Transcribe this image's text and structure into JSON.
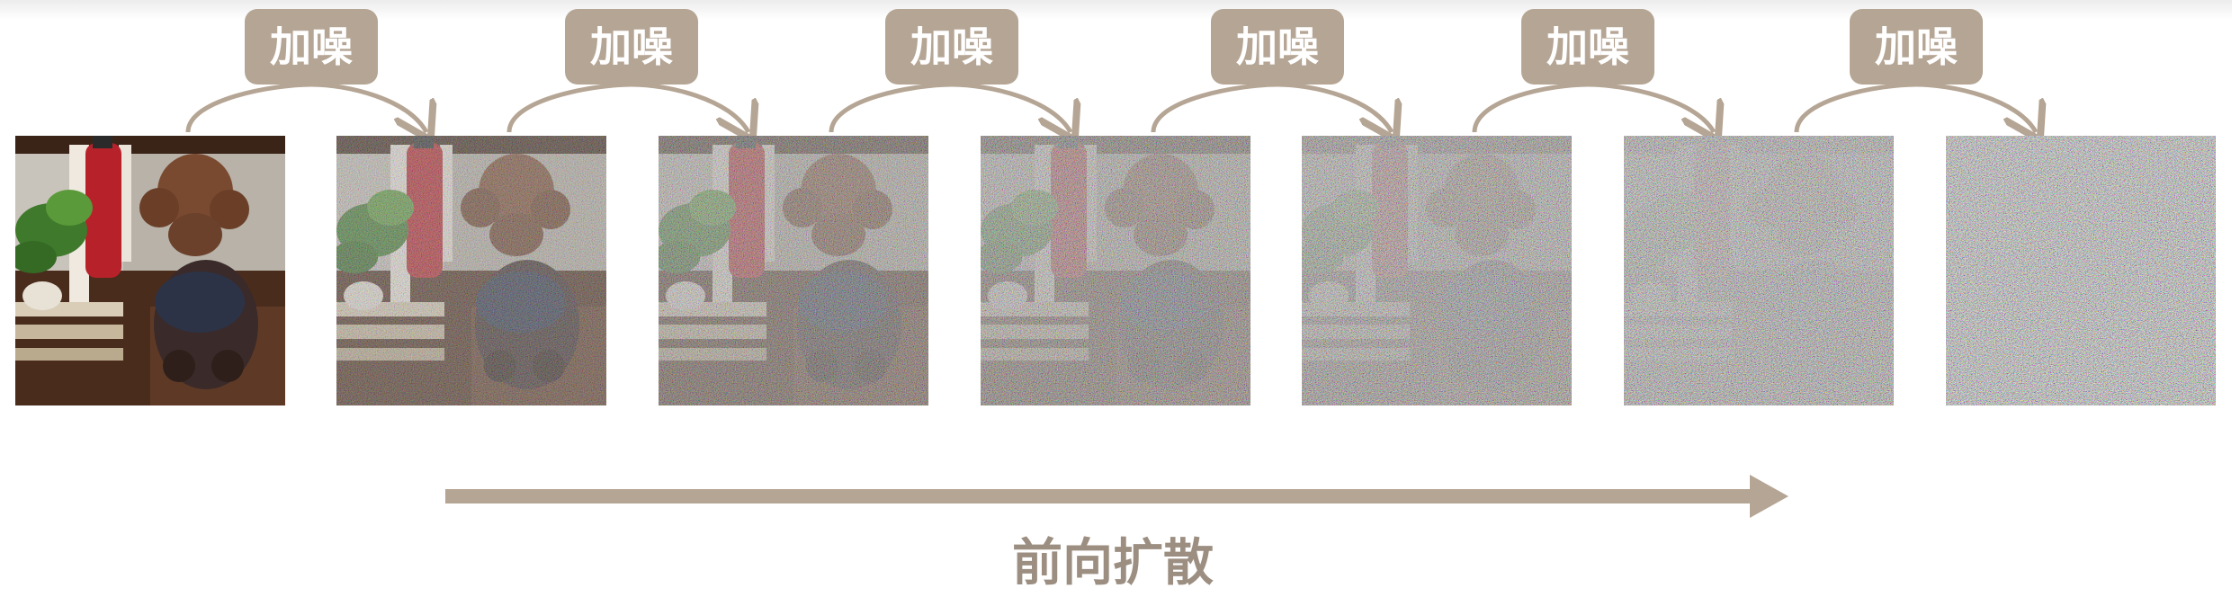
{
  "steps": [
    {
      "label": "加噪"
    },
    {
      "label": "加噪"
    },
    {
      "label": "加噪"
    },
    {
      "label": "加噪"
    },
    {
      "label": "加噪"
    },
    {
      "label": "加噪"
    }
  ],
  "frames": [
    {
      "noise_level": 0.0
    },
    {
      "noise_level": 0.2
    },
    {
      "noise_level": 0.4
    },
    {
      "noise_level": 0.55
    },
    {
      "noise_level": 0.7
    },
    {
      "noise_level": 0.85
    },
    {
      "noise_level": 1.0
    }
  ],
  "caption": "前向扩散",
  "colors": {
    "accent": "#b5a594",
    "caption": "#9c8f82"
  }
}
